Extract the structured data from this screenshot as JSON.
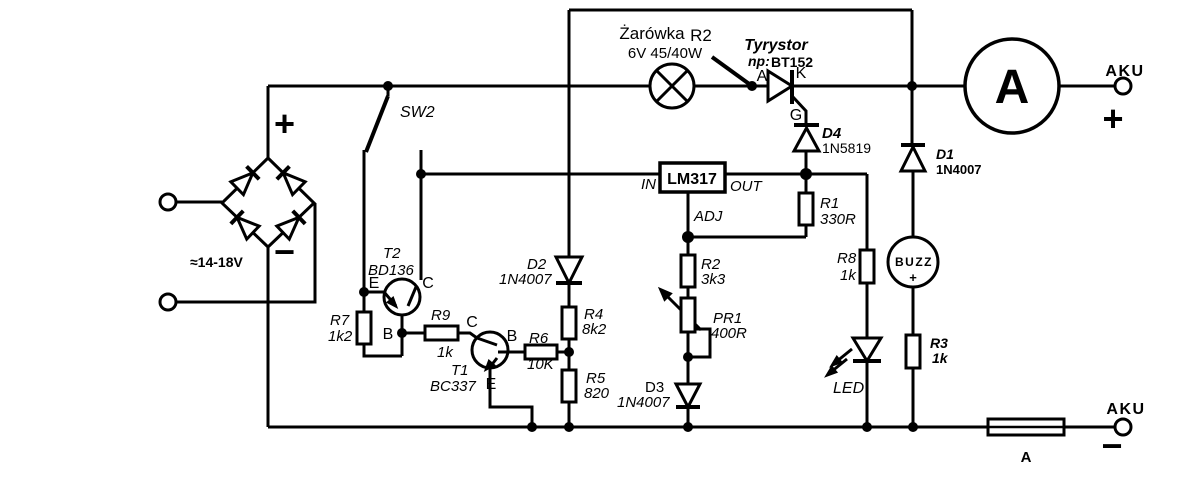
{
  "schematic": {
    "source": {
      "voltage": "≈14-18V",
      "plus": "+",
      "minus": "−"
    },
    "switch_sw2": "SW2",
    "lamp": {
      "name": "Żarówka",
      "ref": "R2",
      "rating": "6V 45/40W"
    },
    "thyristor": {
      "title": "Tyrystor",
      "prefix": "np:",
      "part": "BT152",
      "pin_a": "A",
      "pin_k": "K",
      "pin_g": "G"
    },
    "regulator": {
      "part": "LM317",
      "pin_in": "IN",
      "pin_out": "OUT",
      "pin_adj": "ADJ"
    },
    "diodes": {
      "d1": {
        "name": "D1",
        "part": "1N4007"
      },
      "d2": {
        "name": "D2",
        "part": "1N4007"
      },
      "d3": {
        "name": "D3",
        "part": "1N4007"
      },
      "d4": {
        "name": "D4",
        "part": "1N5819"
      }
    },
    "resistors": {
      "r1": {
        "name": "R1",
        "value": "330R"
      },
      "r2": {
        "name": "R2",
        "value": "3k3"
      },
      "r3": {
        "name": "R3",
        "value": "1k"
      },
      "r4": {
        "name": "R4",
        "value": "8k2"
      },
      "r5": {
        "name": "R5",
        "value": "820"
      },
      "r6": {
        "name": "R6",
        "value": "10K"
      },
      "r7": {
        "name": "R7",
        "value": "1k2"
      },
      "r8": {
        "name": "R8",
        "value": "1k"
      },
      "r9": {
        "name": "R9",
        "value": "1k"
      }
    },
    "potentiometer": {
      "name": "PR1",
      "value": "400R"
    },
    "transistors": {
      "t1": {
        "name": "T1",
        "part": "BC337",
        "pin_b": "B",
        "pin_c": "C",
        "pin_e": "E"
      },
      "t2": {
        "name": "T2",
        "part": "BD136",
        "pin_b": "B",
        "pin_c": "C",
        "pin_e": "E"
      }
    },
    "led_label": "LED",
    "buzzer": {
      "label": "BUZZ",
      "plus": "+"
    },
    "ammeter": "A",
    "battery": {
      "plus_name": "AKU",
      "plus_sign": "+",
      "minus_name": "AKU",
      "minus_sign": "−"
    },
    "fuse_label": "A",
    "colors": {
      "line": "#000000",
      "background": "#ffffff"
    }
  }
}
